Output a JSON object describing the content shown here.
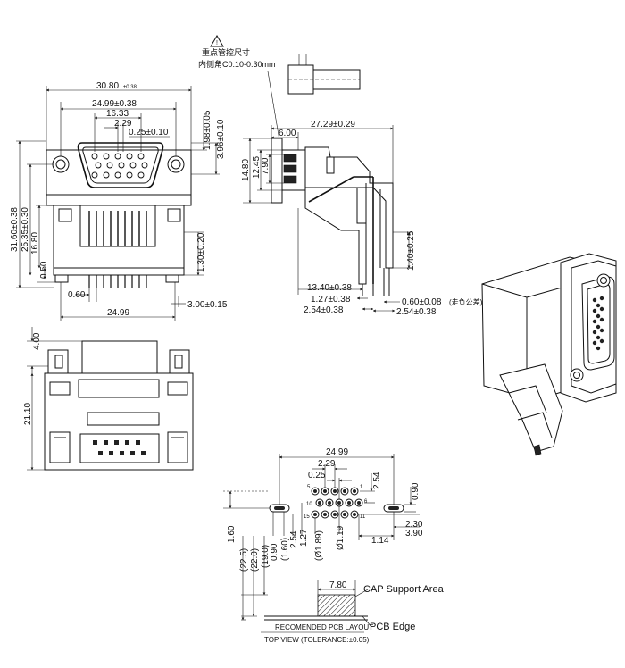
{
  "note": {
    "line1": "重点管控尺寸",
    "line2": "内侧角C0.10-0.30mm",
    "icon": "warning-triangle-icon"
  },
  "front_view": {
    "d_width_overall": "30.80",
    "d_width_overall_tol": "±0.38",
    "d_flange": "24.99±0.38",
    "d_shell": "16.33",
    "d_pitch": "2.29",
    "d_offset": "0.25±0.10",
    "d_top1": "1.98±0.05",
    "d_top2": "3.96±0.10",
    "d_height_total": "31.60±0.38",
    "d_height_mid": "25.35±0.30",
    "d_height_low": "16.80",
    "d_step": "0.50",
    "d_standoff": "1.30±0.20",
    "d_tail": "0.60",
    "d_pin_span": "24.99",
    "d_tail_len": "3.00±0.15"
  },
  "side_view": {
    "d_depth": "27.29±0.29",
    "d_flange_t": "6.00",
    "d_h1": "14.80",
    "d_h2": "12.45",
    "d_h3": "7.90",
    "d_row_offset": "13.40±0.38",
    "d_pitch_a": "1.27±0.38",
    "d_pitch_b": "2.54±0.38",
    "d_pin_thk": "0.60±0.08",
    "d_pin_note": "(走负公差)",
    "d_pitch_c": "2.54±0.38",
    "d_lead": "1.40±0.25"
  },
  "bottom_view": {
    "d_top": "4.00",
    "d_height": "21.10"
  },
  "pcb_layout": {
    "d_span": "24.99",
    "d_pitch": "2.29",
    "d_offset": "0.25",
    "d_row": "2.54",
    "d_slot": "0.90",
    "d_right1": "2.30",
    "d_right2": "3.90",
    "d_right3": "1.14",
    "d_left1": "1.60",
    "d_v1": "(22.5)",
    "d_v2": "(22.0)",
    "d_v3": "(19.0)",
    "d_v4": "0.90",
    "d_v5": "(1.60)",
    "d_v6": "2.54",
    "d_v7": "1.27",
    "d_hole_big": "(Ø1.89)",
    "d_hole_small": "Ø1.19",
    "pin_label_5": "5",
    "pin_label_1": "1",
    "pin_label_10": "10",
    "pin_label_6": "6",
    "pin_label_15": "15",
    "pin_label_11": "11",
    "d_cap": "7.80",
    "cap_label": "CAP Support Area",
    "pcb_edge": "PCB Edge",
    "title1": "RECOMENDED PCB LAYOUT",
    "title2": "TOP VIEW (TOLERANCE:±0.05)"
  }
}
